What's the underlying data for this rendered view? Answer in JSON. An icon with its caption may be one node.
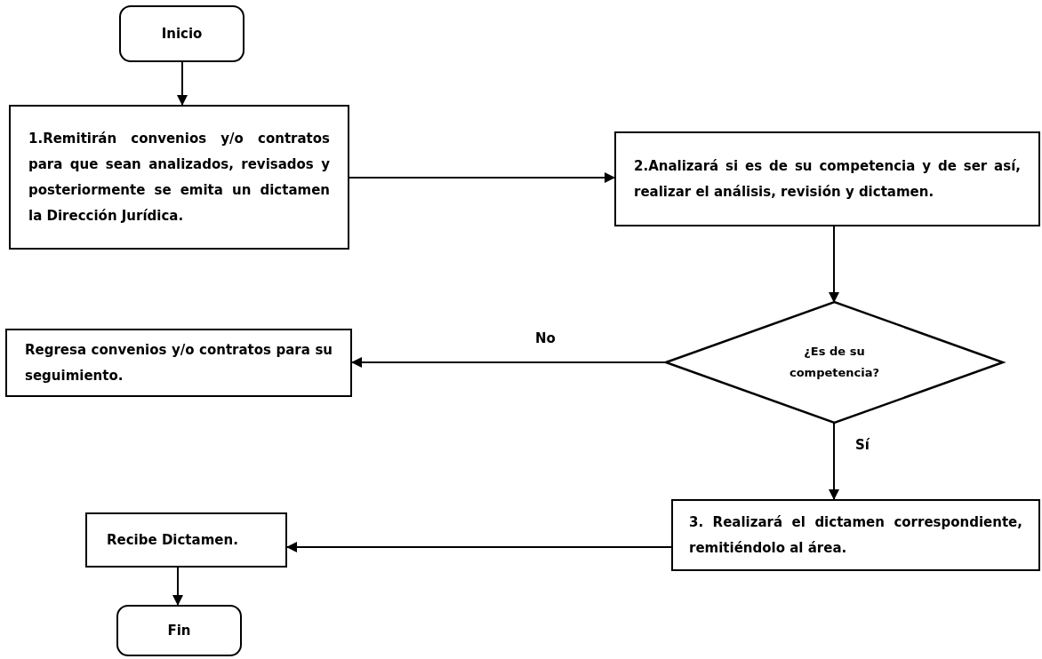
{
  "diagram": {
    "nodes": [
      {
        "text": [
          "Inicio"
        ]
      },
      {
        "text": [
          "1.Remitirán convenios y/o contratos para que sean analizados, revisados y posteriormente se emita un dictamen la Dirección Jurídica."
        ]
      },
      {
        "text": [
          "2.Analizará si es de su competencia y de ser así, realizar el análisis, revisión y dictamen."
        ]
      },
      {
        "text": [
          "¿Es de su competencia?"
        ]
      },
      {
        "text": [
          "Regresa convenios y/o contratos para su seguimiento."
        ]
      },
      {
        "text": [
          "3. Realizará el dictamen correspondiente, remitiéndolo al área."
        ]
      },
      {
        "text": [
          "Recibe Dictamen."
        ]
      },
      {
        "text": [
          "Fin"
        ]
      }
    ],
    "edges": [
      {
        "from": 0,
        "to": 1,
        "arrow": "to"
      },
      {
        "from": 1,
        "to": 2,
        "arrow": "to"
      },
      {
        "from": 2,
        "to": 3,
        "arrow": "to"
      },
      {
        "from": 3,
        "to": 4,
        "arrow": "to",
        "label": "No"
      },
      {
        "from": 3,
        "to": 5,
        "arrow": "to",
        "label": "Sí"
      },
      {
        "from": 5,
        "to": 6,
        "arrow": "to"
      },
      {
        "from": 6,
        "to": 7,
        "arrow": "to"
      }
    ]
  }
}
